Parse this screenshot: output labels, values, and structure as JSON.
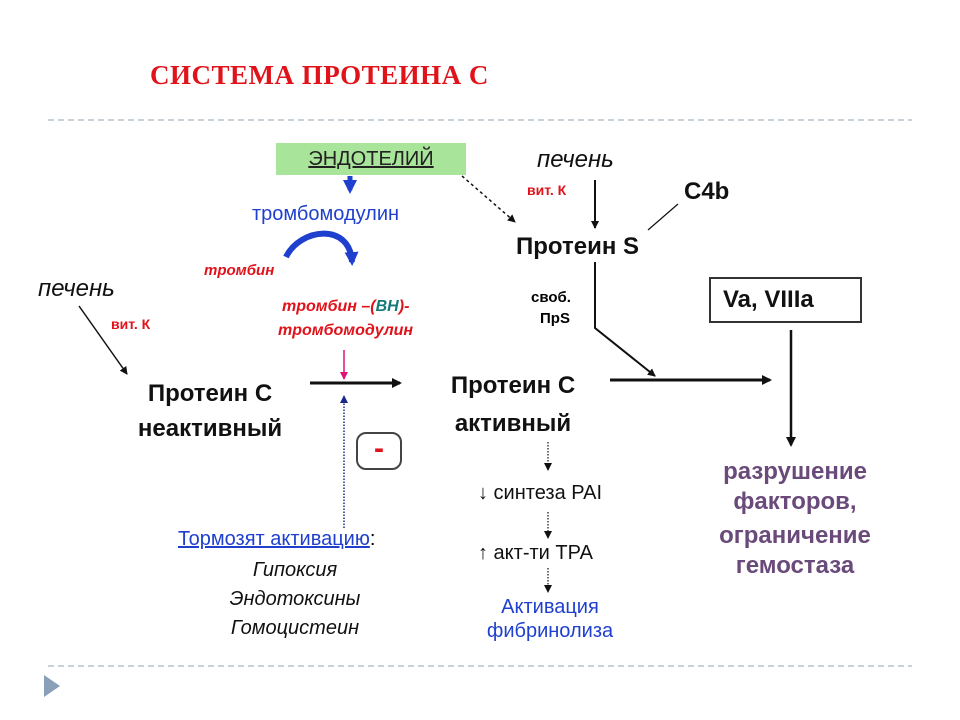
{
  "title": "СИСТЕМА ПРОТЕИНА С",
  "endothelium": "ЭНДОТЕЛИЙ",
  "thrombomodulin": "тромбомодулин",
  "thrombin": "тромбин",
  "complex_line1_a": "тромбин –(",
  "complex_line1_b": "ВН",
  "complex_line1_c": ")-",
  "complex_line2": "тромбомодулин",
  "liver_left": "печень",
  "vitk_left": "вит. К",
  "protein_c_inactive_1": "Протеин С",
  "protein_c_inactive_2": "неактивный",
  "minus": "-",
  "inhibitors_label": "Тормозят активацию",
  "inhibitors_colon": ":",
  "inhibitors": [
    "Гипоксия",
    "Эндотоксины",
    "Гомоцистеин"
  ],
  "protein_c_active_1": "Протеин С",
  "protein_c_active_2": "активный",
  "pai": "↓ синтеза PAI",
  "tpa": "↑ акт-ти ТРА",
  "fibrinolysis_1": "Активация",
  "fibrinolysis_2": "фибринолиза",
  "liver_right": "печень",
  "vitk_right": "вит. К",
  "c4b": "С4b",
  "protein_s": "Протеин S",
  "free_ps_1": "своб.",
  "free_ps_2": "ПрS",
  "factors": "Va, VIIIa",
  "result": [
    "разрушение",
    "факторов,",
    "ограничение",
    "гемостаза"
  ],
  "colors": {
    "title": "#e0121a",
    "endothelium_bg": "#a8e49a",
    "blue": "#1f3fcf",
    "red": "#e0121a",
    "teal": "#137a78",
    "purple": "#6a4a7a"
  },
  "icons": [
    "triangle-bullet-icon"
  ]
}
